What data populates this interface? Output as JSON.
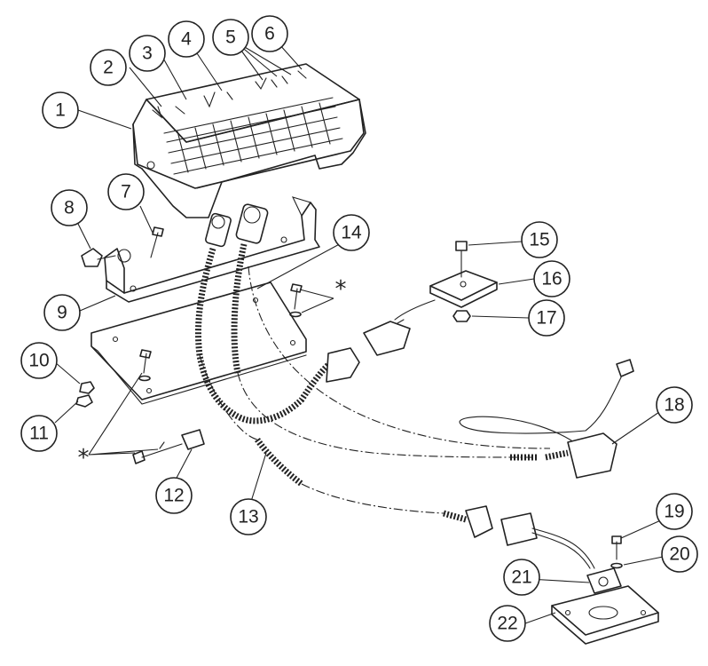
{
  "diagram": {
    "callouts": [
      {
        "id": "c1",
        "label": "1"
      },
      {
        "id": "c2",
        "label": "2"
      },
      {
        "id": "c3",
        "label": "3"
      },
      {
        "id": "c4",
        "label": "4"
      },
      {
        "id": "c5",
        "label": "5"
      },
      {
        "id": "c6",
        "label": "6"
      },
      {
        "id": "c7",
        "label": "7"
      },
      {
        "id": "c8",
        "label": "8"
      },
      {
        "id": "c9",
        "label": "9"
      },
      {
        "id": "c10",
        "label": "10"
      },
      {
        "id": "c11",
        "label": "11"
      },
      {
        "id": "c12",
        "label": "12"
      },
      {
        "id": "c13",
        "label": "13"
      },
      {
        "id": "c14",
        "label": "14"
      },
      {
        "id": "c15",
        "label": "15"
      },
      {
        "id": "c16",
        "label": "16"
      },
      {
        "id": "c17",
        "label": "17"
      },
      {
        "id": "c18",
        "label": "18"
      },
      {
        "id": "c19",
        "label": "19"
      },
      {
        "id": "c20",
        "label": "20"
      },
      {
        "id": "c21",
        "label": "21"
      },
      {
        "id": "c22",
        "label": "22"
      }
    ],
    "asterisks": [
      "*",
      "*"
    ]
  }
}
